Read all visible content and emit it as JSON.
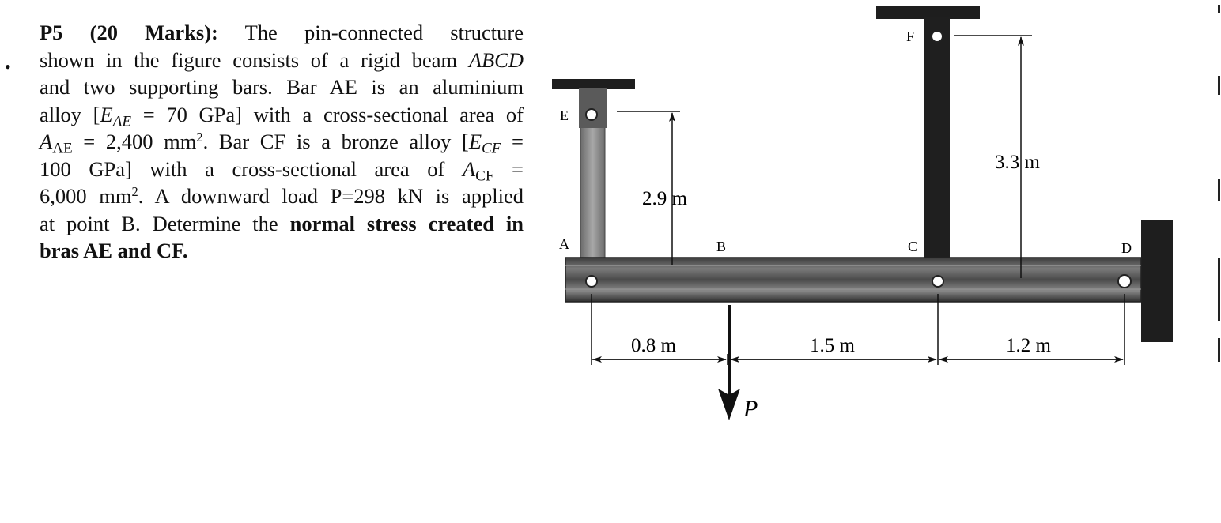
{
  "problem": {
    "lines": [
      [
        {
          "t": "P5 (20 Marks):",
          "b": true
        },
        {
          "t": " The pin-connected structure"
        }
      ],
      [
        {
          "t": "shown in the figure consists of a rigid beam "
        },
        {
          "t": "ABCD",
          "i": true
        }
      ],
      [
        {
          "t": "and two supporting bars. Bar AE is an aluminium"
        }
      ],
      [
        {
          "t": "alloy ["
        },
        {
          "t": "E",
          "i": true
        },
        {
          "t": "AE",
          "i": true,
          "sub": true
        },
        {
          "t": " = 70 GPa] with a cross-sectional area of"
        }
      ],
      [
        {
          "t": "A",
          "i": true
        },
        {
          "t": "AE",
          "sub": true
        },
        {
          "t": " = 2,400 mm"
        },
        {
          "t": "2",
          "sup": true
        },
        {
          "t": ". Bar CF is a bronze alloy ["
        },
        {
          "t": "E",
          "i": true
        },
        {
          "t": "CF",
          "i": true,
          "sub": true
        },
        {
          "t": " ="
        }
      ],
      [
        {
          "t": "100 GPa] with a cross-sectional area of "
        },
        {
          "t": "A",
          "i": true
        },
        {
          "t": "CF",
          "sub": true
        },
        {
          "t": " ="
        }
      ],
      [
        {
          "t": "6,000 mm"
        },
        {
          "t": "2",
          "sup": true
        },
        {
          "t": ". A downward load P=298 kN is applied"
        }
      ],
      [
        {
          "t": "at point B. Determine the "
        },
        {
          "t": "normal stress created in",
          "b": true
        }
      ],
      [
        {
          "t": "bras AE and CF.",
          "b": true
        },
        {
          "t": ""
        }
      ]
    ],
    "bullet": "•"
  },
  "figure": {
    "labels": {
      "E": "E",
      "F": "F",
      "A": "A",
      "B": "B",
      "C": "C",
      "D": "D",
      "P": "P"
    },
    "dimensions": {
      "ae_length": "2.9 m",
      "cf_length": "3.3 m",
      "ab": "0.8 m",
      "bc": "1.5 m",
      "cd": "1.2 m"
    }
  },
  "colors": {
    "ink": "#111111",
    "bar_fill": "#8c8c8c",
    "beam_dark": "#2b2b2b",
    "beam_mid": "#6f6f6f",
    "support": "#1e1e1e"
  }
}
